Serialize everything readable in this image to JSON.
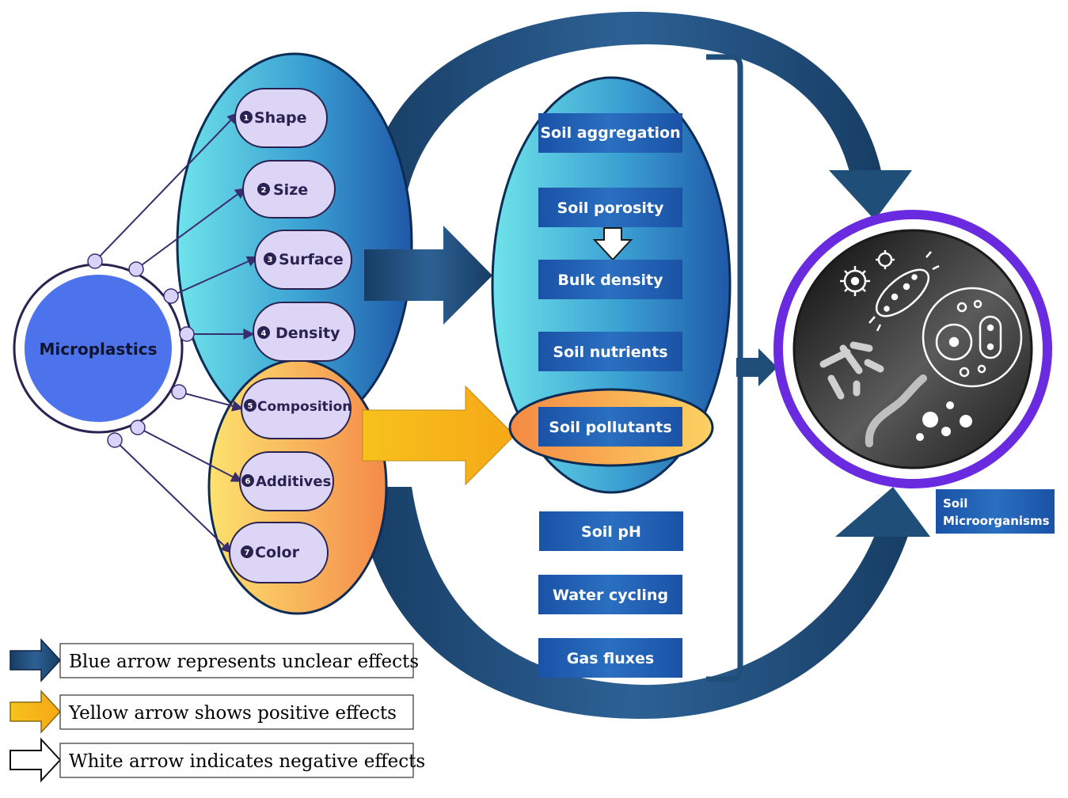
{
  "source": {
    "label": "Microplastics",
    "properties": [
      {
        "num": "1",
        "label": "Shape"
      },
      {
        "num": "2",
        "label": "Size"
      },
      {
        "num": "3",
        "label": "Surface"
      },
      {
        "num": "4",
        "label": "Density"
      },
      {
        "num": "5",
        "label": "Composition"
      },
      {
        "num": "6",
        "label": "Additives"
      },
      {
        "num": "7",
        "label": "Color"
      }
    ]
  },
  "soil_properties": [
    "Soil aggregation",
    "Soil porosity",
    "Bulk density",
    "Soil nutrients",
    "Soil pollutants",
    "Soil pH",
    "Water cycling",
    "Gas fluxes"
  ],
  "target": {
    "label_line1": "Soil",
    "label_line2": "Microorganisms"
  },
  "legend": {
    "blue": "Blue arrow represents unclear effects",
    "yellow": "Yellow arrow shows positive effects",
    "white": "White arrow indicates negative effects"
  },
  "colors": {
    "navy": "#1f4e79",
    "blue_box": "#1f5aa8",
    "cyan": "#5fd8e4",
    "orange": "#f6a04d",
    "yellow_arrow": "#f7b81d",
    "lavender": "#dcd5f6",
    "purple_ring": "#6a2be0",
    "source_blue": "#4c72ec"
  }
}
